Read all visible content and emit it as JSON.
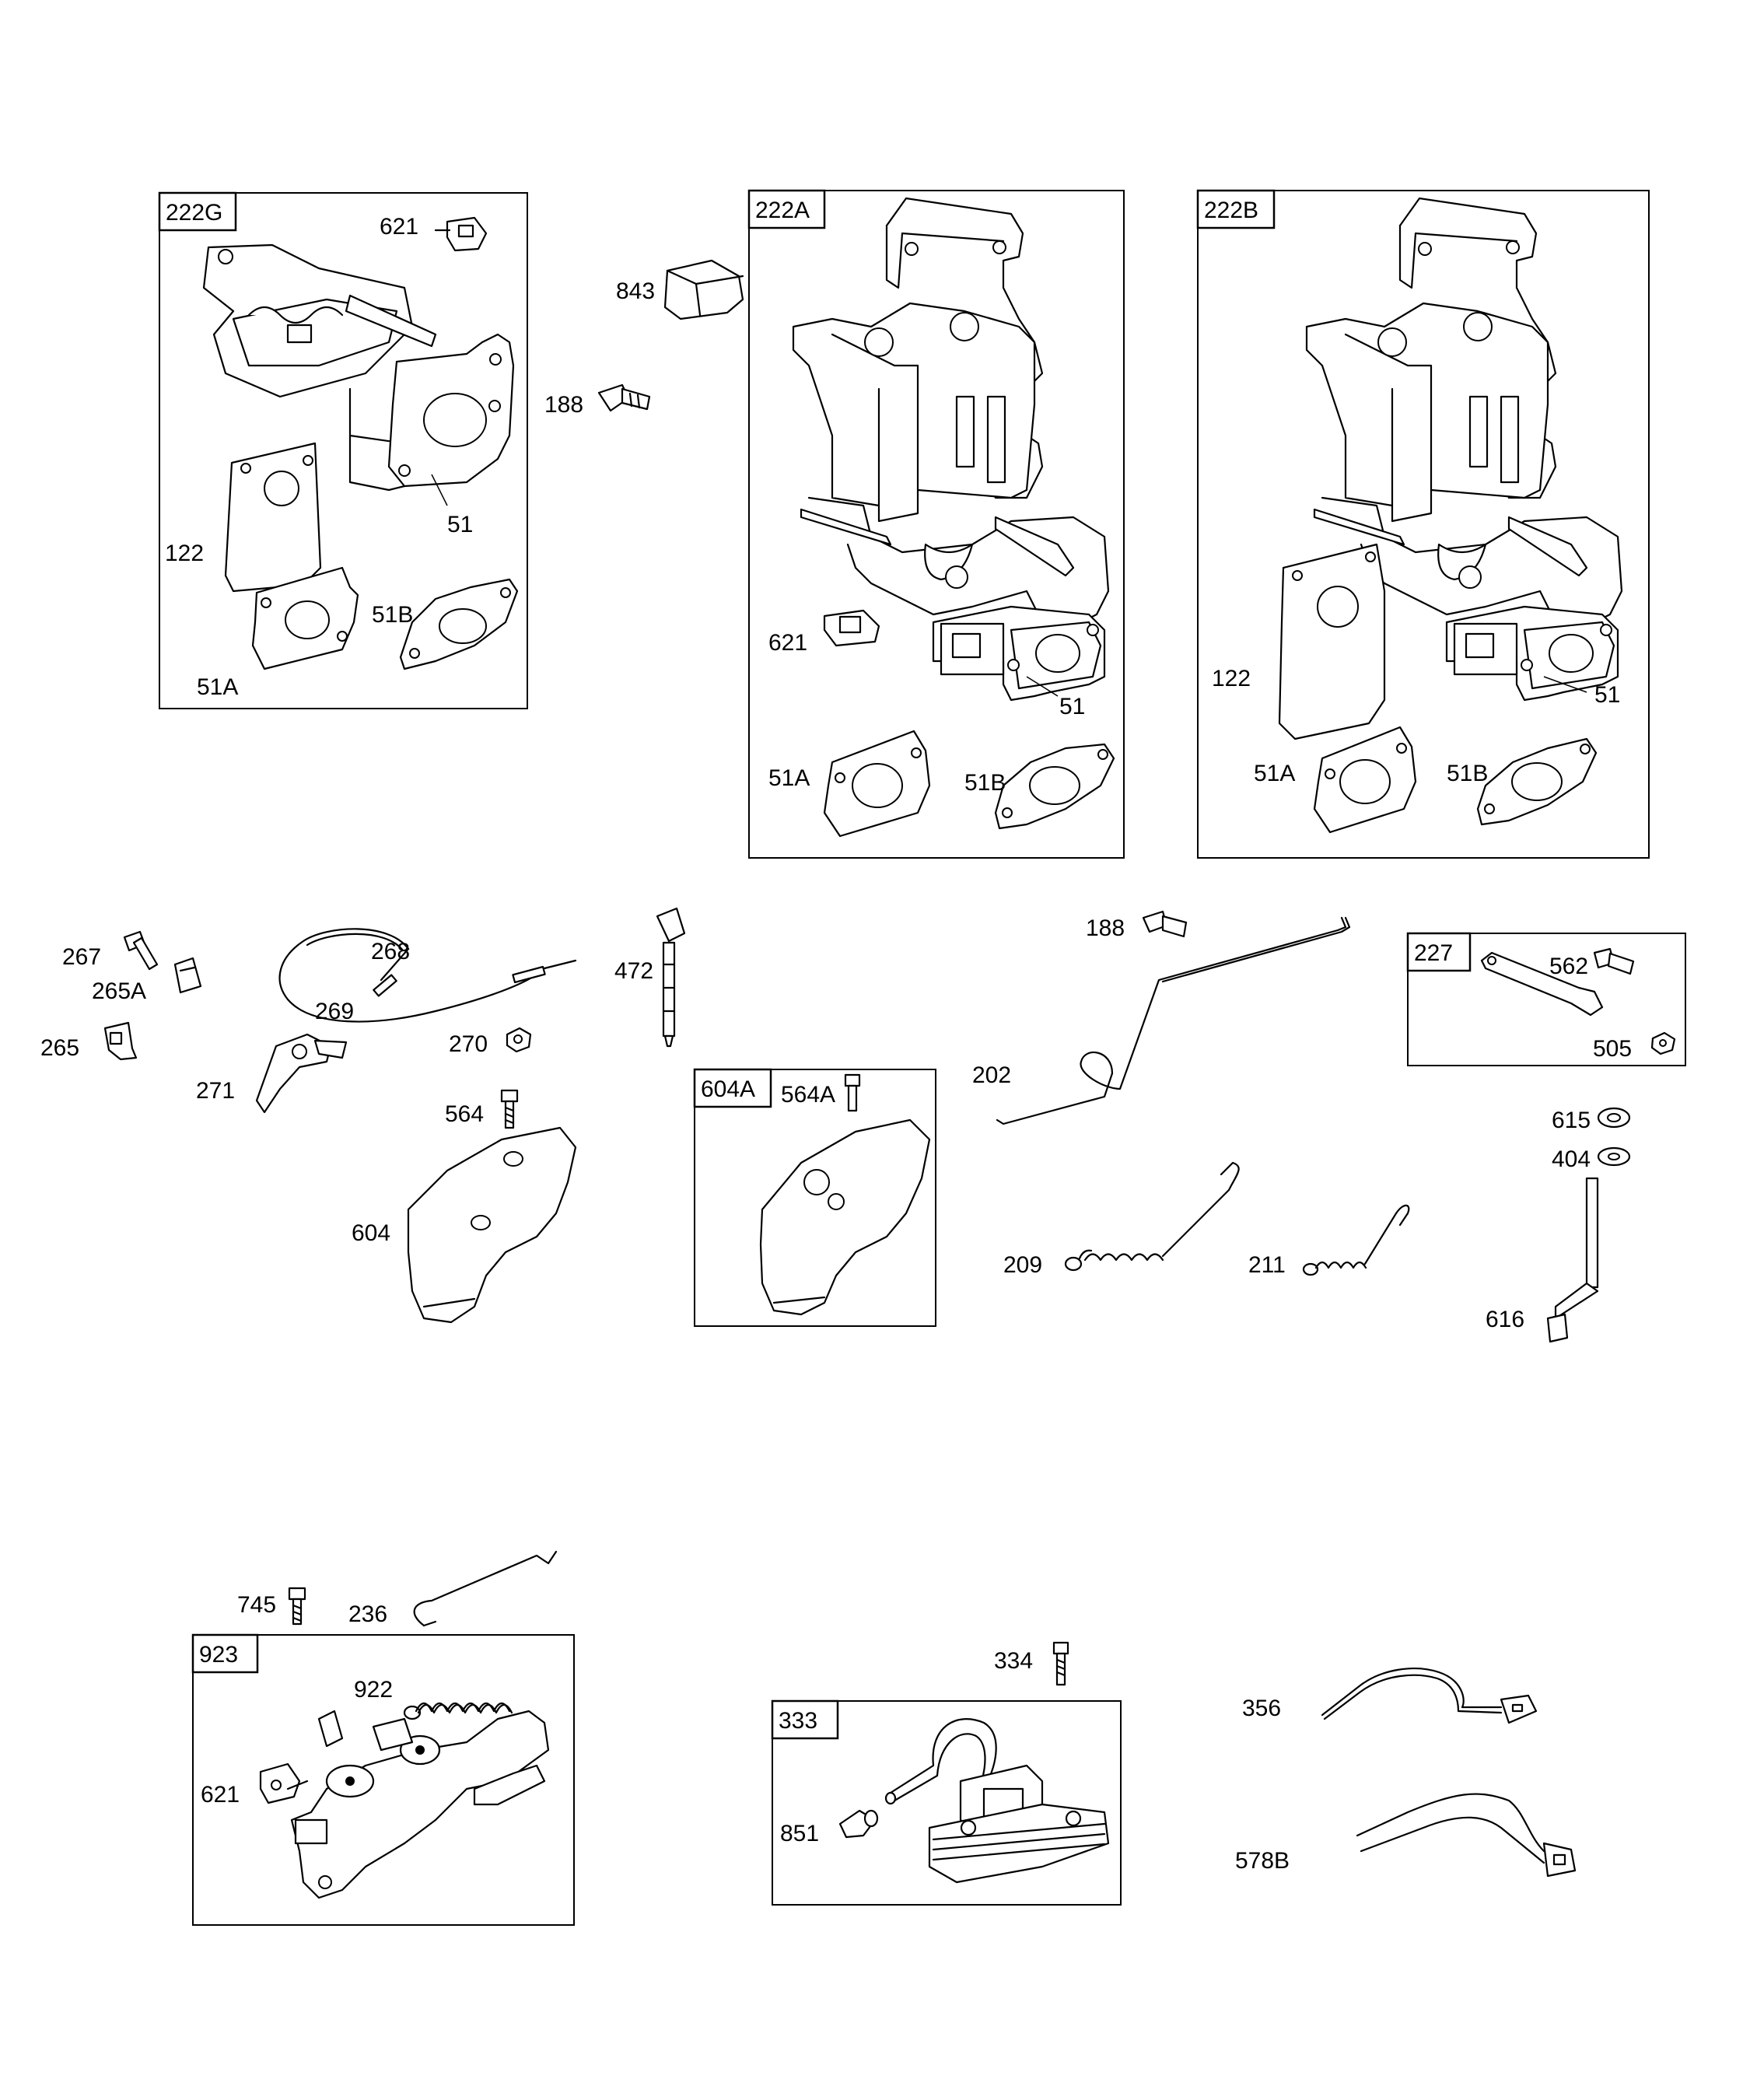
{
  "groups": {
    "g222G": "222G",
    "g222A": "222A",
    "g222B": "222B",
    "g604A": "604A",
    "g227": "227",
    "g923": "923",
    "g333": "333"
  },
  "callouts": {
    "c621a": "621",
    "c51a": "51",
    "c122a": "122",
    "c51Ba": "51B",
    "c51Aa": "51A",
    "c843": "843",
    "c188a": "188",
    "c621b": "621",
    "c51b": "51",
    "c51Ab": "51A",
    "c51Bb": "51B",
    "c122b": "122",
    "c51c": "51",
    "c51Ac": "51A",
    "c51Bc": "51B",
    "c267": "267",
    "c265A": "265A",
    "c265": "265",
    "c268": "268",
    "c269": "269",
    "c271": "271",
    "c270": "270",
    "c472": "472",
    "c564": "564",
    "c604": "604",
    "c564A": "564A",
    "c188b": "188",
    "c202": "202",
    "c562": "562",
    "c505": "505",
    "c615": "615",
    "c404": "404",
    "c209": "209",
    "c211": "211",
    "c616": "616",
    "c745": "745",
    "c236": "236",
    "c922": "922",
    "c621c": "621",
    "c334": "334",
    "c851": "851",
    "c356": "356",
    "c578B": "578B"
  }
}
